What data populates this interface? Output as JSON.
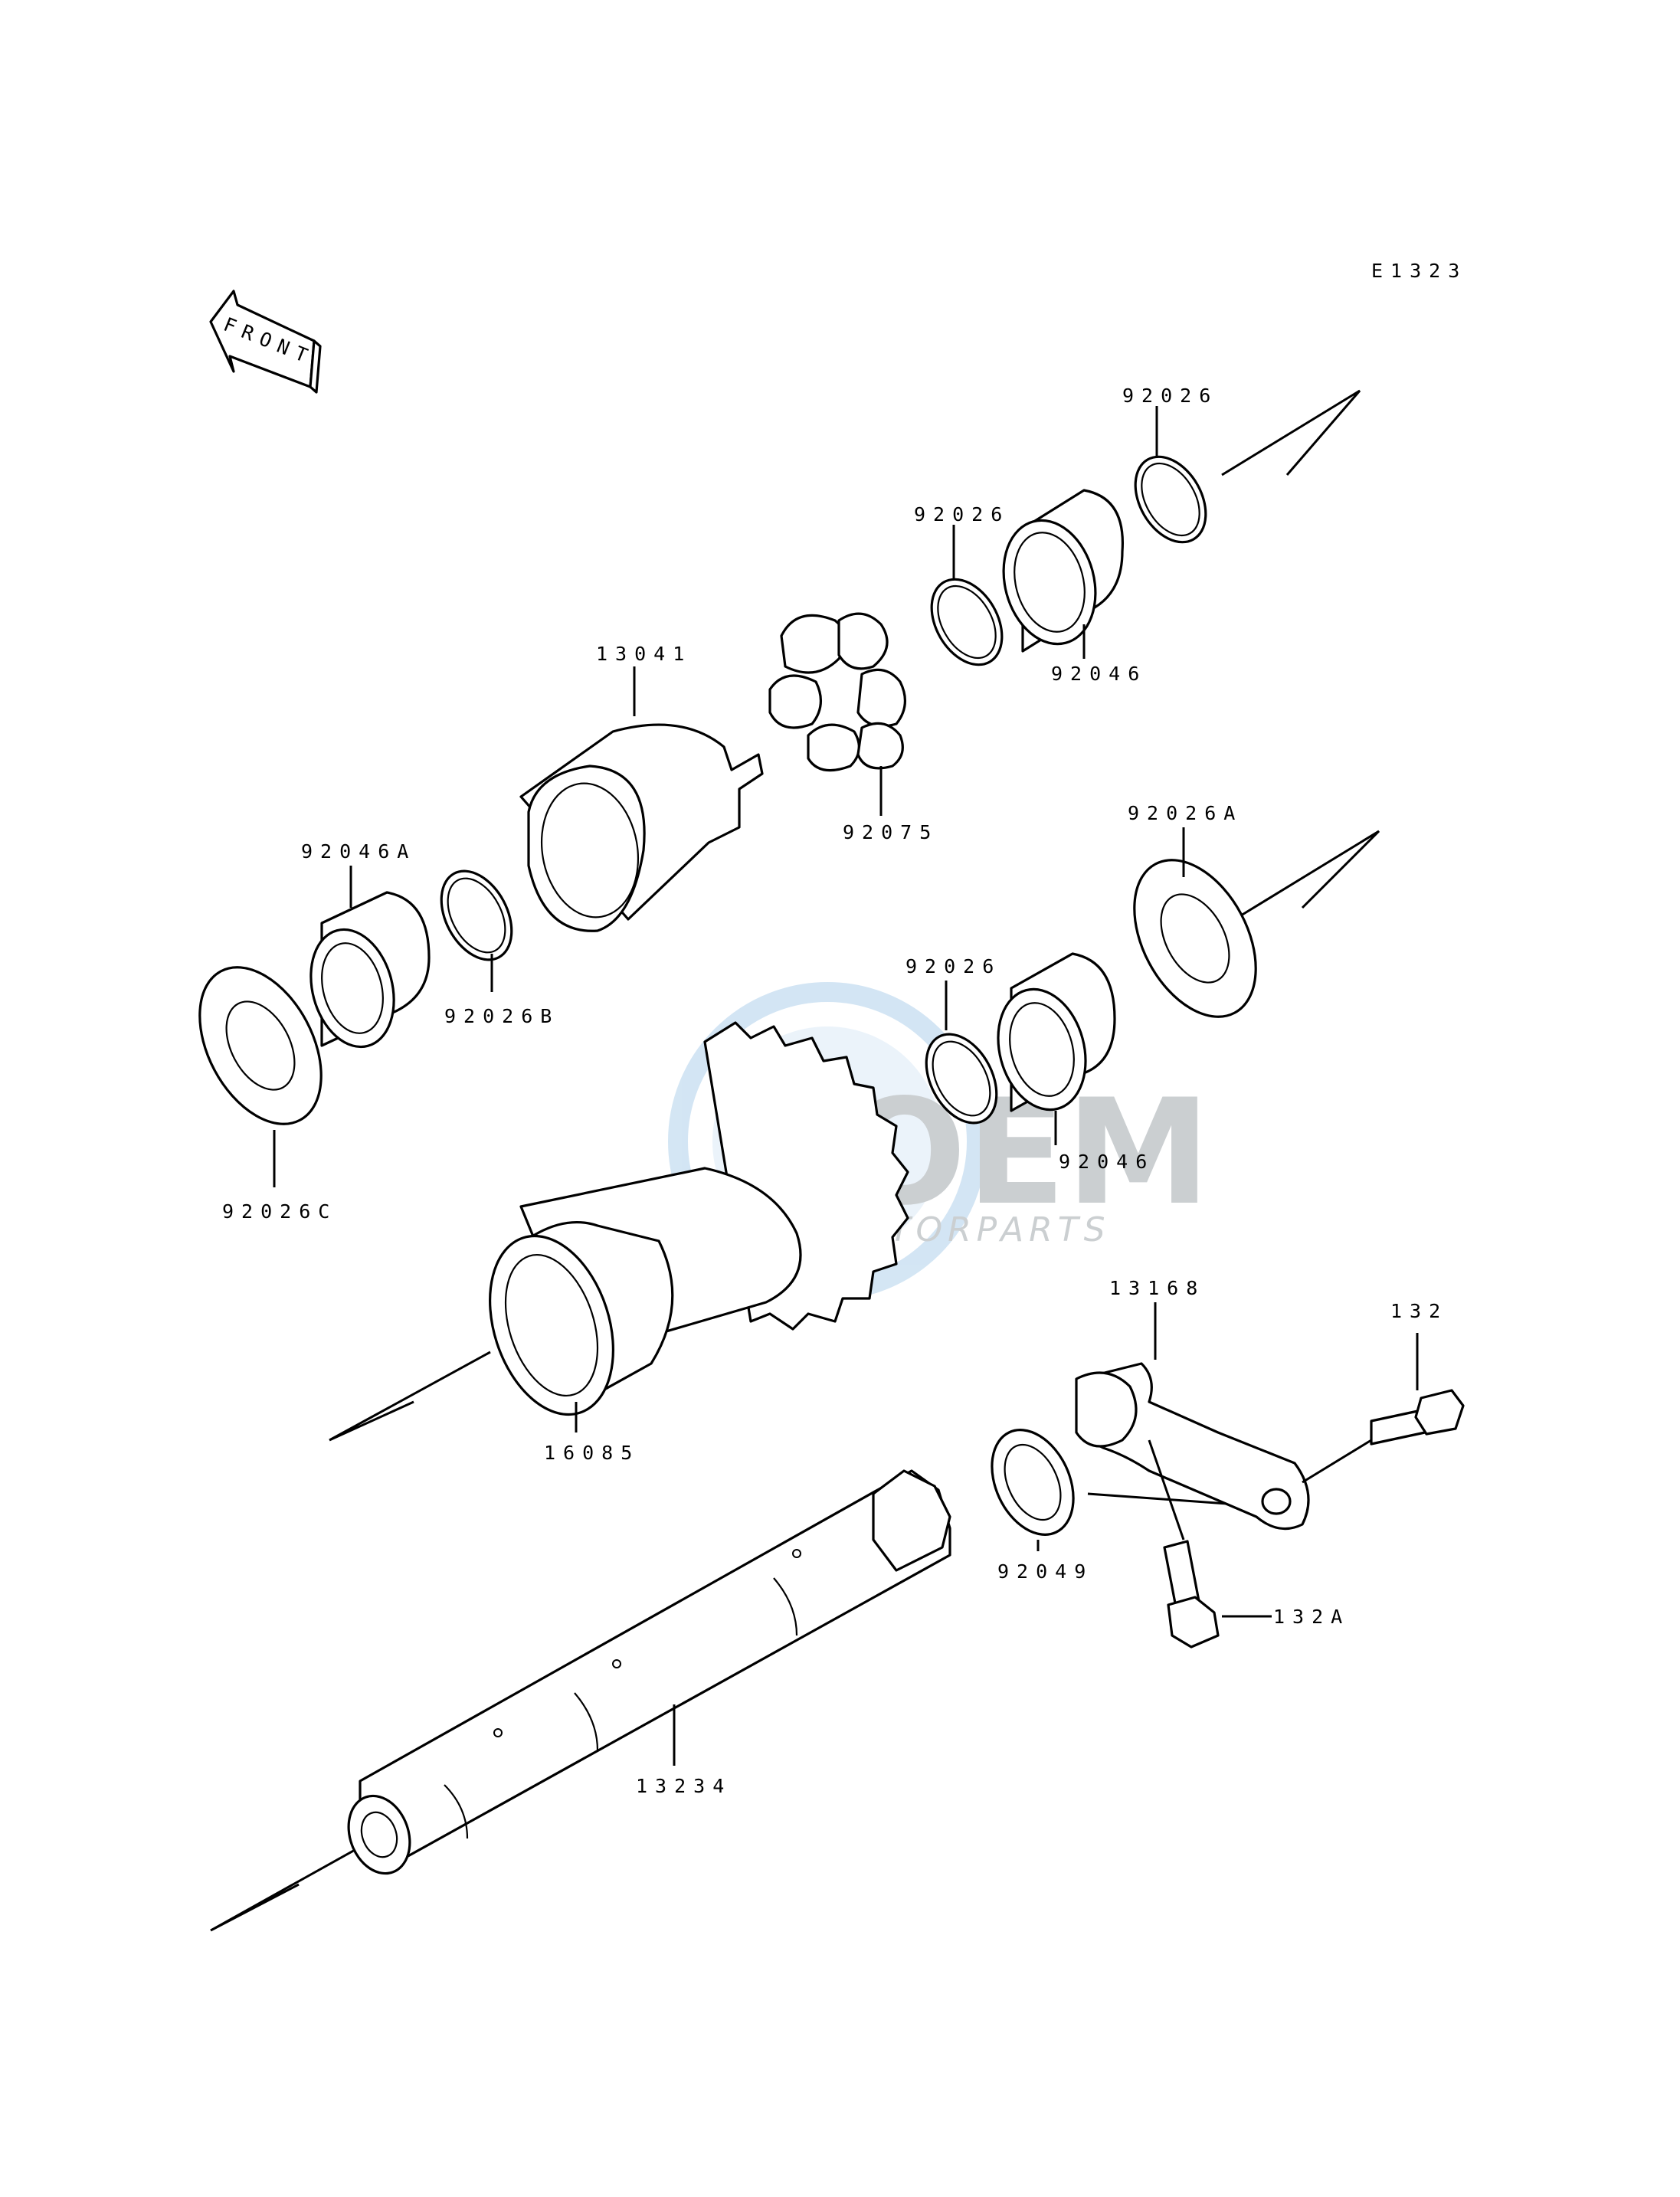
{
  "diagram_code": "E1323",
  "front_label": "FRONT",
  "watermark": {
    "brand": "OEM",
    "sub": "MOTORPARTS"
  },
  "parts": [
    {
      "id": "p1",
      "label": "92026"
    },
    {
      "id": "p2",
      "label": "92026"
    },
    {
      "id": "p3",
      "label": "92046"
    },
    {
      "id": "p4",
      "label": "13041"
    },
    {
      "id": "p5",
      "label": "92075"
    },
    {
      "id": "p6",
      "label": "92046A"
    },
    {
      "id": "p7",
      "label": "92026B"
    },
    {
      "id": "p8",
      "label": "92026A"
    },
    {
      "id": "p9",
      "label": "92026C"
    },
    {
      "id": "p10",
      "label": "92026"
    },
    {
      "id": "p11",
      "label": "92046"
    },
    {
      "id": "p12",
      "label": "16085"
    },
    {
      "id": "p13",
      "label": "13168"
    },
    {
      "id": "p14",
      "label": "132"
    },
    {
      "id": "p15",
      "label": "92049"
    },
    {
      "id": "p16",
      "label": "132A"
    },
    {
      "id": "p17",
      "label": "13234"
    }
  ]
}
